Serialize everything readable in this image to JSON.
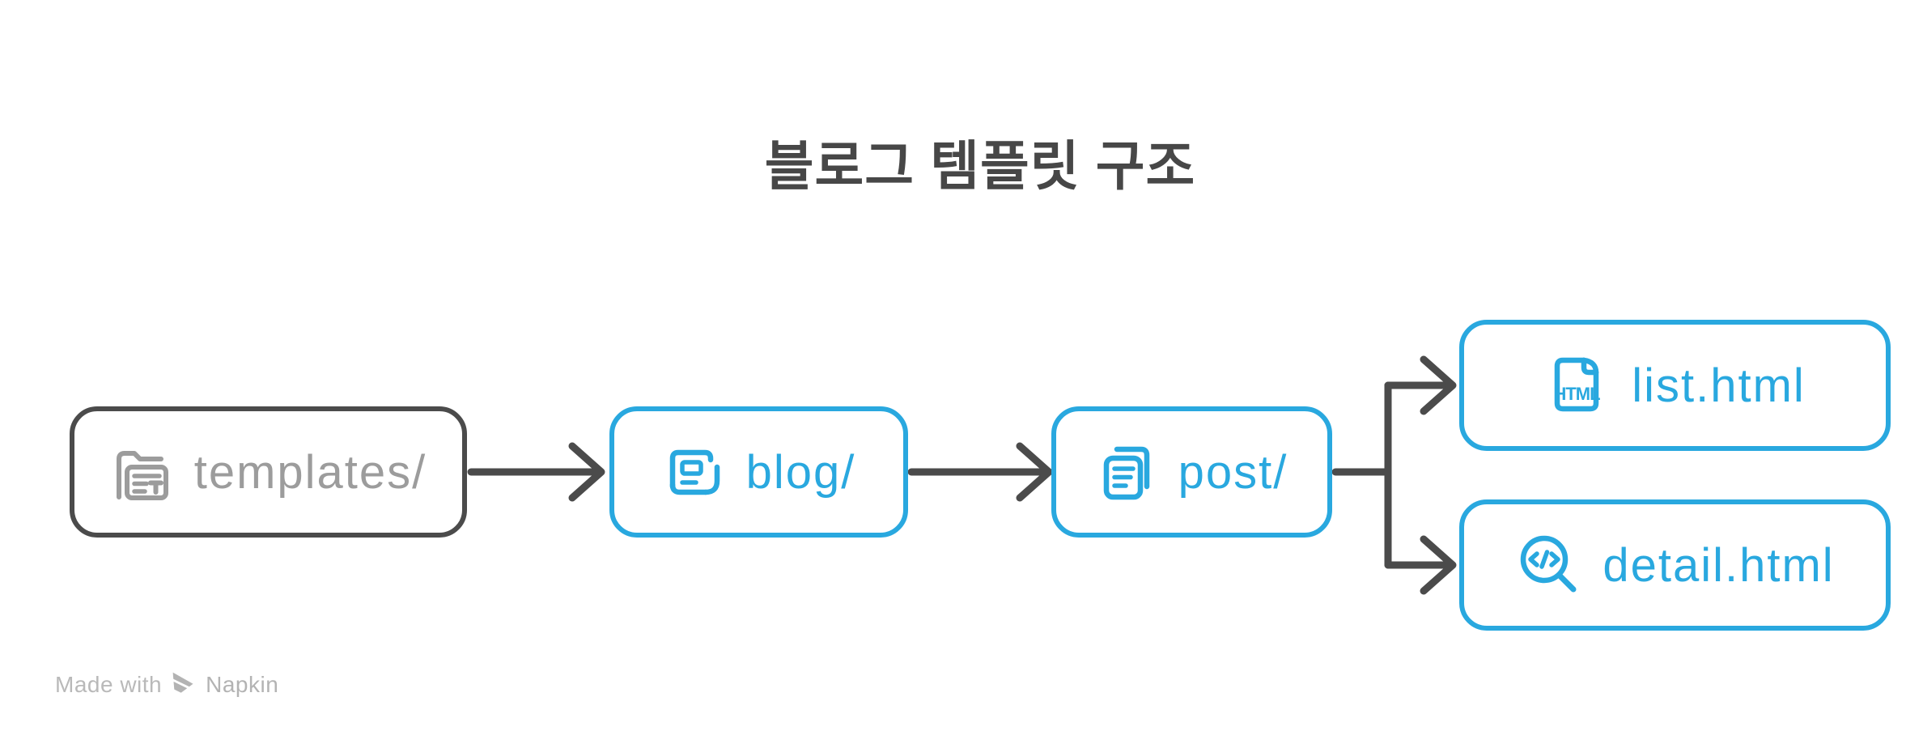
{
  "title": "블로그 템플릿 구조",
  "colors": {
    "accent_blue": "#29A8DF",
    "dark_stroke": "#4B4B4B",
    "muted_gray_label": "#9C9C9C",
    "footer_gray": "#B9B9B9"
  },
  "nodes": {
    "templates": {
      "label": "templates/",
      "icon": "template-folder-icon"
    },
    "blog": {
      "label": "blog/",
      "icon": "newspaper-icon"
    },
    "post": {
      "label": "post/",
      "icon": "document-stack-icon"
    },
    "list": {
      "label": "list.html",
      "icon": "html-file-icon",
      "icon_text": "HTML"
    },
    "detail": {
      "label": "detail.html",
      "icon": "code-search-icon"
    }
  },
  "edges": [
    {
      "from": "templates",
      "to": "blog"
    },
    {
      "from": "blog",
      "to": "post"
    },
    {
      "from": "post",
      "to": "list"
    },
    {
      "from": "post",
      "to": "detail"
    }
  ],
  "footer": {
    "made_with": "Made with",
    "brand": "Napkin"
  }
}
